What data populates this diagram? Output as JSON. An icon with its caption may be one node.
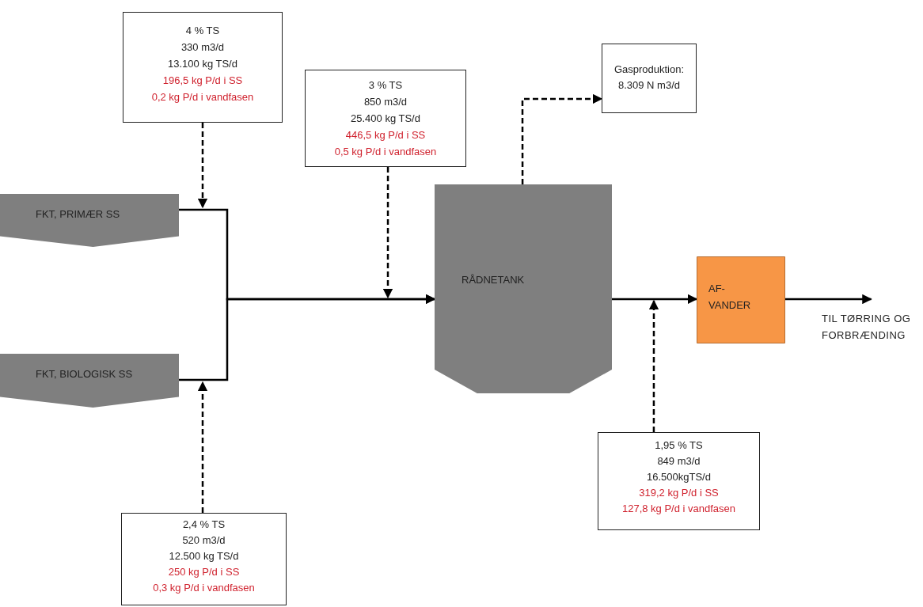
{
  "diagram": {
    "nodes": [
      {
        "text": [
          "4 % TS",
          "330 m3/d",
          "13.100 kg TS/d",
          "196,5 kg P/d i SS",
          "0,2 kg P/d i vandfasen"
        ]
      },
      {
        "text": [
          "3 % TS",
          "850 m3/d",
          "25.400 kg TS/d",
          "446,5 kg P/d i SS",
          "0,5 kg P/d i vandfasen"
        ]
      },
      {
        "text": [
          "Gasproduktion:",
          "8.309 N m3/d"
        ]
      },
      {
        "text": [
          "FKT, PRIMÆR SS"
        ]
      },
      {
        "text": [
          "FKT, BIOLOGISK SS"
        ]
      },
      {
        "text": [
          "RÅDNETANK"
        ]
      },
      {
        "text": [
          "AF- VANDER"
        ]
      },
      {
        "text": [
          "1,95 % TS",
          "849 m3/d",
          "16.500kgTS/d",
          "319,2 kg P/d i SS",
          "127,8 kg P/d i vandfasen"
        ]
      },
      {
        "text": [
          "2,4 % TS",
          "520 m3/d",
          "12.500 kg TS/d",
          "250 kg P/d i SS",
          "0,3 kg P/d i vandfasen"
        ]
      },
      {
        "text": [
          "TIL TØRRING OG FORBRÆNDING"
        ]
      }
    ],
    "edges": [
      {
        "from": 3,
        "to": 5,
        "arrow": "to"
      },
      {
        "from": 4,
        "to": 5,
        "arrow": "to"
      },
      {
        "from": 0,
        "to": 3,
        "arrow": "to",
        "style": "dashed"
      },
      {
        "from": 8,
        "to": 4,
        "arrow": "to",
        "style": "dashed"
      },
      {
        "from": 1,
        "to": null,
        "arrow": "to",
        "style": "dashed"
      },
      {
        "from": 5,
        "to": 2,
        "arrow": "to",
        "style": "dashed"
      },
      {
        "from": 5,
        "to": 6,
        "arrow": "to"
      },
      {
        "from": 7,
        "to": null,
        "arrow": "to",
        "style": "dashed"
      },
      {
        "from": 6,
        "to": 9,
        "arrow": "to"
      }
    ]
  }
}
